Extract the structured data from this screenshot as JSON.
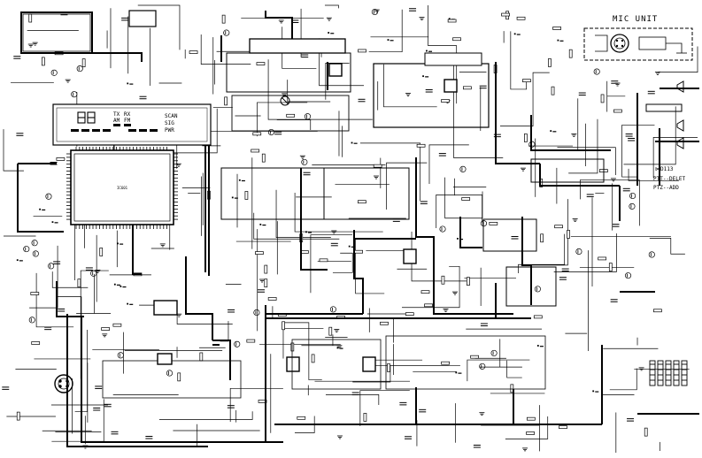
{
  "mic_unit": {
    "title": "MIC UNIT"
  },
  "lcd": {
    "indicators": [
      "TX",
      "RX",
      "SCAN",
      "AM",
      "FM",
      "SIG",
      "PWR"
    ]
  },
  "notes": {
    "line1": "D113",
    "line2": "PTT--DELET",
    "line3": "PTZ--ADD"
  }
}
